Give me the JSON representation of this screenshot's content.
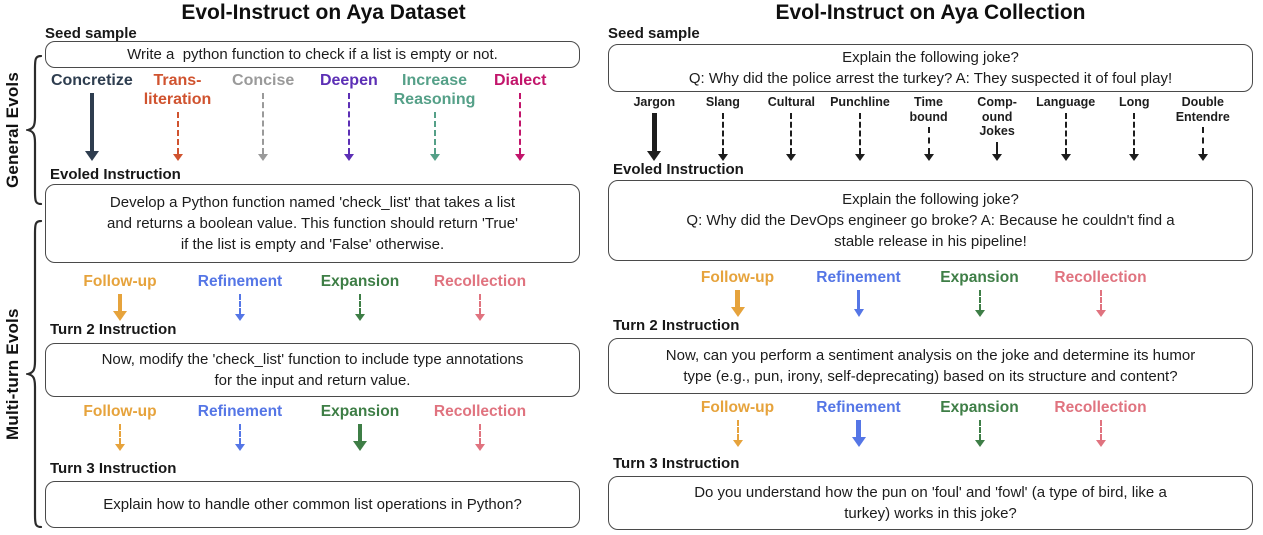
{
  "side_groups": [
    {
      "label": "General Evols"
    },
    {
      "label": "Multi-turn Evols"
    }
  ],
  "panels": [
    {
      "title": "Evol-Instruct on Aya Dataset",
      "seed_label": "Seed sample",
      "seed_text": "Write a  python function to check if a list is empty or not.",
      "evols": [
        {
          "label": "Concretize",
          "color": "#2e3d4f",
          "arrow": "solid"
        },
        {
          "label": "Trans-\nliteration",
          "color": "#d0532f",
          "arrow": "dashed"
        },
        {
          "label": "Concise",
          "color": "#9a9a9a",
          "arrow": "dashed"
        },
        {
          "label": "Deepen",
          "color": "#5c2fb5",
          "arrow": "dashed"
        },
        {
          "label": "Increase\nReasoning",
          "color": "#55a088",
          "arrow": "dashed"
        },
        {
          "label": "Dialect",
          "color": "#c2156b",
          "arrow": "dashed"
        }
      ],
      "evolved_label": "Evoled Instruction",
      "evolved_text": "Develop a Python function named 'check_list' that takes a list\nand returns a boolean value. This function should return 'True'\nif the list is empty and 'False' otherwise.",
      "turn2_evols": [
        {
          "label": "Follow-up",
          "color": "#e6a33c",
          "arrow": "solid"
        },
        {
          "label": "Refinement",
          "color": "#5576e6",
          "arrow": "dashed"
        },
        {
          "label": "Expansion",
          "color": "#3e7e46",
          "arrow": "dashed"
        },
        {
          "label": "Recollection",
          "color": "#e0737f",
          "arrow": "dashed"
        }
      ],
      "turn2_label": "Turn 2 Instruction",
      "turn2_text": "Now, modify the 'check_list' function to include type annotations\nfor the input and return value.",
      "turn3_evols": [
        {
          "label": "Follow-up",
          "color": "#e6a33c",
          "arrow": "dashed"
        },
        {
          "label": "Refinement",
          "color": "#5576e6",
          "arrow": "dashed"
        },
        {
          "label": "Expansion",
          "color": "#3e7e46",
          "arrow": "solid"
        },
        {
          "label": "Recollection",
          "color": "#e0737f",
          "arrow": "dashed"
        }
      ],
      "turn3_label": "Turn 3 Instruction",
      "turn3_text": "Explain how to handle other common list operations in Python?"
    },
    {
      "title": "Evol-Instruct on Aya Collection",
      "seed_label": "Seed sample",
      "seed_text": "Explain the following joke?\nQ: Why did the police arrest the turkey? A: They suspected it of foul play!",
      "evols": [
        {
          "label": "Jargon",
          "color": "#1d1d1d",
          "arrow": "solid"
        },
        {
          "label": "Slang",
          "color": "#1d1d1d",
          "arrow": "dashed"
        },
        {
          "label": "Cultural",
          "color": "#1d1d1d",
          "arrow": "dashed"
        },
        {
          "label": "Punchline",
          "color": "#1d1d1d",
          "arrow": "dashed"
        },
        {
          "label": "Time\nbound",
          "color": "#1d1d1d",
          "arrow": "dashed"
        },
        {
          "label": "Comp-\nound\nJokes",
          "color": "#1d1d1d",
          "arrow": "dashed"
        },
        {
          "label": "Language",
          "color": "#1d1d1d",
          "arrow": "dashed"
        },
        {
          "label": "Long",
          "color": "#1d1d1d",
          "arrow": "dashed"
        },
        {
          "label": "Double\nEntendre",
          "color": "#1d1d1d",
          "arrow": "dashed"
        }
      ],
      "evolved_label": "Evoled Instruction",
      "evolved_text": "Explain the following joke?\nQ: Why did the DevOps engineer go broke? A: Because he couldn't find a\nstable release in his pipeline!",
      "turn2_evols": [
        {
          "label": "Follow-up",
          "color": "#e6a33c",
          "arrow": "solid"
        },
        {
          "label": "Refinement",
          "color": "#5576e6",
          "arrow": "thin"
        },
        {
          "label": "Expansion",
          "color": "#3e7e46",
          "arrow": "dashed"
        },
        {
          "label": "Recollection",
          "color": "#e0737f",
          "arrow": "dashed"
        }
      ],
      "turn2_label": "Turn 2 Instruction",
      "turn2_text": "Now, can you perform a sentiment analysis on the joke and determine its humor\ntype (e.g., pun, irony, self-deprecating) based on its structure and content?",
      "turn3_evols": [
        {
          "label": "Follow-up",
          "color": "#e6a33c",
          "arrow": "dashed"
        },
        {
          "label": "Refinement",
          "color": "#5576e6",
          "arrow": "solid"
        },
        {
          "label": "Expansion",
          "color": "#3e7e46",
          "arrow": "dashed"
        },
        {
          "label": "Recollection",
          "color": "#e0737f",
          "arrow": "dashed"
        }
      ],
      "turn3_label": "Turn 3 Instruction",
      "turn3_text": "Do you understand how the pun on 'foul' and 'fowl' (a type of bird, like a\nturkey) works in this joke?"
    }
  ]
}
